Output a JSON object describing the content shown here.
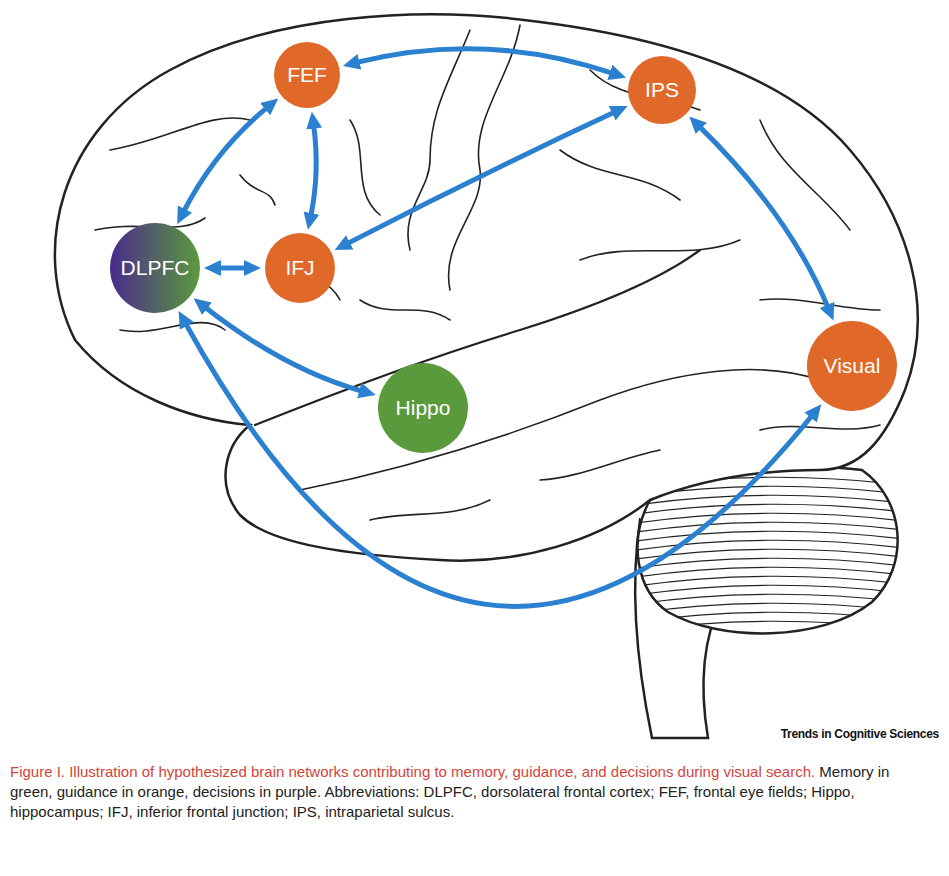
{
  "diagram": {
    "caption": "Figure I. Illustration of hypothesized brain networks contributing to memory, guidance, and decisions during visual search.",
    "nodes": [
      {
        "text": [
          "FEF"
        ]
      },
      {
        "text": [
          "IPS"
        ]
      },
      {
        "text": [
          "DLPFC"
        ]
      },
      {
        "text": [
          "IFJ"
        ]
      },
      {
        "text": [
          "Hippo"
        ]
      },
      {
        "text": [
          "Visual"
        ]
      }
    ],
    "edges": [
      {
        "from": 0,
        "to": 1,
        "arrow": "both"
      },
      {
        "from": 0,
        "to": 2,
        "arrow": "both"
      },
      {
        "from": 0,
        "to": 3,
        "arrow": "both"
      },
      {
        "from": 2,
        "to": 3,
        "arrow": "both"
      },
      {
        "from": 3,
        "to": 1,
        "arrow": "both"
      },
      {
        "from": 1,
        "to": 5,
        "arrow": "both"
      },
      {
        "from": 2,
        "to": 4,
        "arrow": "both"
      },
      {
        "from": 2,
        "to": 5,
        "arrow": "both"
      }
    ],
    "labels": [
      "Trends in Cognitive Sciences",
      "Memory in green, guidance in orange, decisions in purple. Abbreviations: DLPFC, dorsolateral frontal cortex; FEF, frontal eye fields; Hippo, hippocampus; IFJ, inferior frontal junction; IPS, intraparietal sulcus."
    ]
  }
}
